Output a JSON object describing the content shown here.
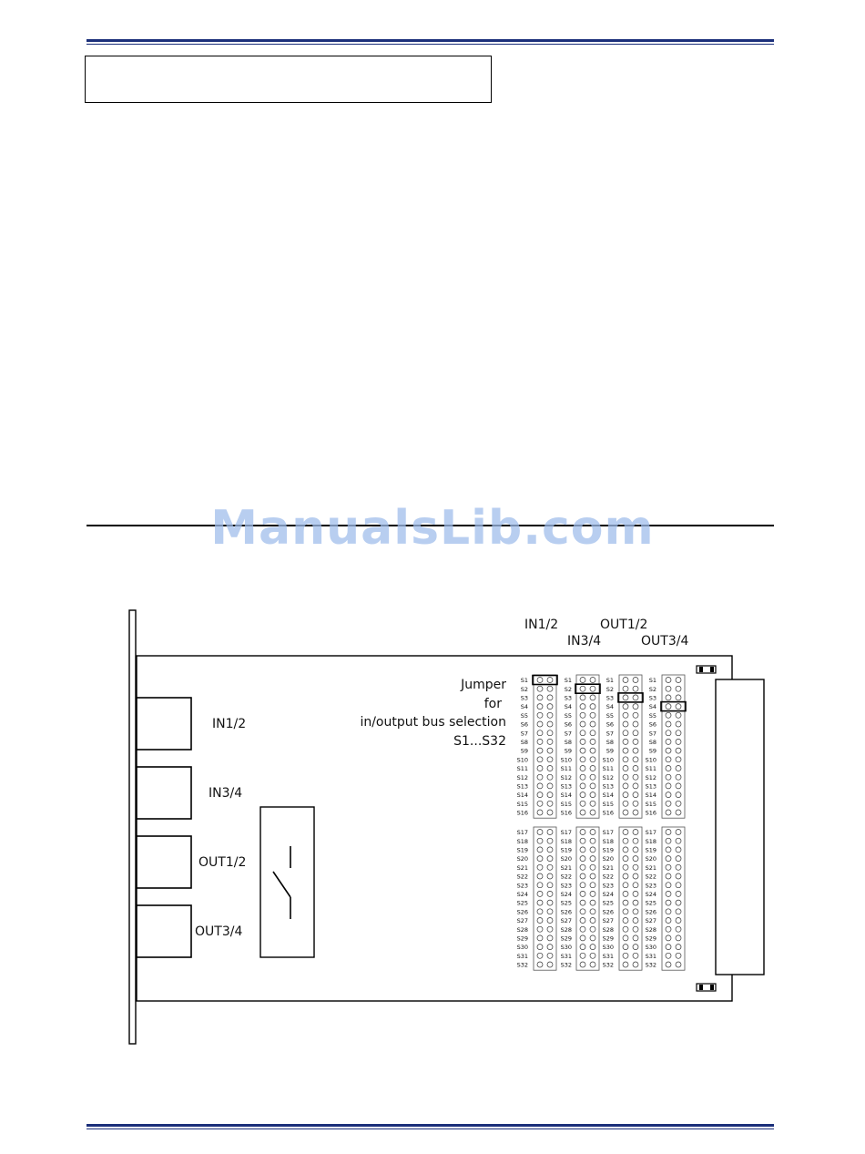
{
  "watermark": "ManualsLib.com",
  "ports": {
    "in12": "IN1/2",
    "in34": "IN3/4",
    "out12": "OUT1/2",
    "out34": "OUT3/4"
  },
  "jumper_label": {
    "line1": "Jumper",
    "line2": "for",
    "line3": "in/output bus selection",
    "line4": "S1...S32"
  },
  "column_headers": {
    "in12": "IN1/2",
    "in34": "IN3/4",
    "out12": "OUT1/2",
    "out34": "OUT3/4"
  },
  "jumper_rows": [
    "S1",
    "S2",
    "S3",
    "S4",
    "S5",
    "S6",
    "S7",
    "S8",
    "S9",
    "S10",
    "S11",
    "S12",
    "S13",
    "S14",
    "S15",
    "S16",
    "S17",
    "S18",
    "S19",
    "S20",
    "S21",
    "S22",
    "S23",
    "S24",
    "S25",
    "S26",
    "S27",
    "S28",
    "S29",
    "S30",
    "S31",
    "S32"
  ],
  "jumper_settings": [
    {
      "column": "IN1/2",
      "row": "S1"
    },
    {
      "column": "IN3/4",
      "row": "S2"
    },
    {
      "column": "OUT1/2",
      "row": "S3"
    },
    {
      "column": "OUT3/4",
      "row": "S4"
    }
  ]
}
